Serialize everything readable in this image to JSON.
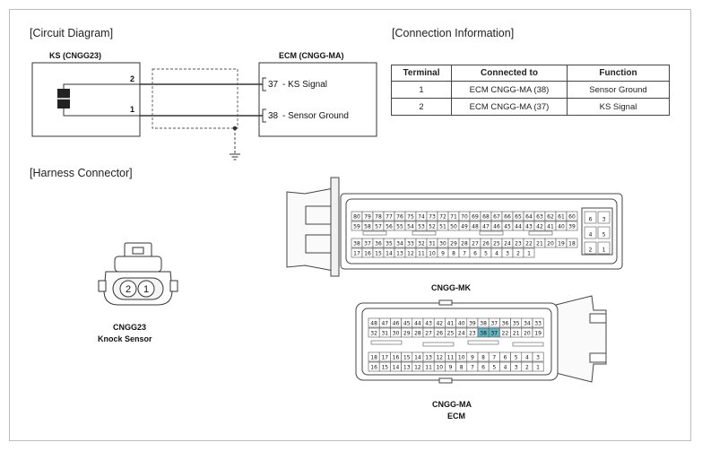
{
  "titles": {
    "circuit": "[Circuit Diagram]",
    "connection": "[Connection Information]",
    "harness": "[Harness Connector]"
  },
  "circuit": {
    "sensor_label": "KS (CNGG23)",
    "ecm_label": "ECM (CNGG-MA)",
    "wires": [
      {
        "sensor_pin": "2",
        "ecm_pin": "37",
        "signal": "- KS Signal"
      },
      {
        "sensor_pin": "1",
        "ecm_pin": "38",
        "signal": "- Sensor Ground"
      }
    ]
  },
  "connection_table": {
    "headers": [
      "Terminal",
      "Connected to",
      "Function"
    ],
    "rows": [
      [
        "1",
        "ECM CNGG-MA (38)",
        "Sensor Ground"
      ],
      [
        "2",
        "ECM CNGG-MA (37)",
        "KS Signal"
      ]
    ]
  },
  "harness": {
    "knock_sensor": {
      "pins": [
        "2",
        "1"
      ],
      "label_line1": "CNGG23",
      "label_line2": "Knock Sensor"
    },
    "mk": {
      "label": "CNGG-MK",
      "row1": [
        "80",
        "79",
        "78",
        "77",
        "76",
        "75",
        "74",
        "73",
        "72",
        "71",
        "70",
        "69",
        "68",
        "67",
        "66",
        "65",
        "64",
        "63",
        "62",
        "61",
        "60"
      ],
      "row2": [
        "59",
        "58",
        "57",
        "56",
        "55",
        "54",
        "53",
        "52",
        "51",
        "50",
        "49",
        "48",
        "47",
        "46",
        "45",
        "44",
        "43",
        "42",
        "41",
        "40",
        "39"
      ],
      "row3": [
        "38",
        "37",
        "36",
        "35",
        "34",
        "33",
        "32",
        "31",
        "30",
        "29",
        "28",
        "27",
        "26",
        "25",
        "24",
        "23",
        "22",
        "21",
        "20",
        "19",
        "18"
      ],
      "row4": [
        "17",
        "16",
        "15",
        "14",
        "13",
        "12",
        "11",
        "10",
        "9",
        "8",
        "7",
        "6",
        "5",
        "4",
        "3",
        "2",
        "1",
        "",
        "",
        "",
        ""
      ],
      "side_pins": [
        "6",
        "3",
        "4",
        "5",
        "2",
        "1"
      ]
    },
    "ma": {
      "label_line1": "CNGG-MA",
      "label_line2": "ECM",
      "row1": [
        "48",
        "47",
        "46",
        "45",
        "44",
        "43",
        "42",
        "41",
        "40",
        "39",
        "38",
        "37",
        "36",
        "35",
        "34",
        "33"
      ],
      "row2": [
        "32",
        "31",
        "30",
        "29",
        "28",
        "27",
        "26",
        "25",
        "24",
        "23",
        "38",
        "37",
        "22",
        "21",
        "20",
        "19"
      ],
      "row3": [
        "18",
        "17",
        "16",
        "15",
        "14",
        "13",
        "12",
        "11",
        "10",
        "9",
        "8",
        "7",
        "6",
        "5",
        "4",
        "3"
      ],
      "row4": [
        "16",
        "15",
        "14",
        "13",
        "12",
        "11",
        "10",
        "9",
        "8",
        "7",
        "6",
        "5",
        "4",
        "3",
        "2",
        "1"
      ],
      "highlight_pins": [
        "38",
        "37"
      ],
      "highlight_color": "#5fb3c4"
    }
  }
}
